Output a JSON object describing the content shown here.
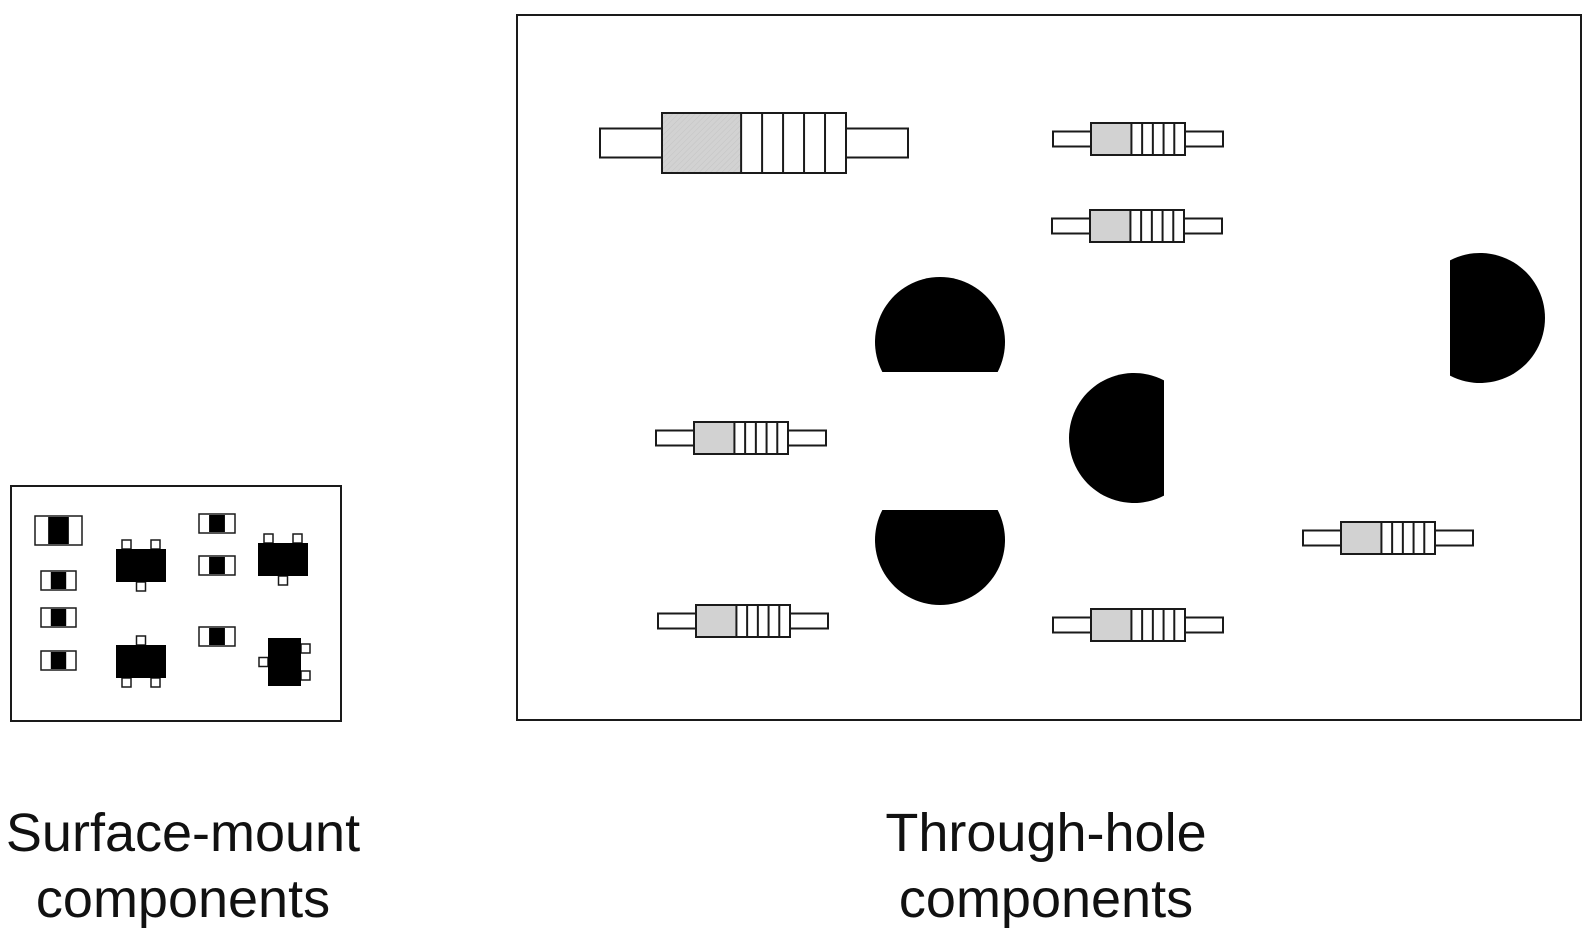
{
  "colors": {
    "outline": "#1a1a1a",
    "body_fill": "#d2d2d2",
    "chip_fill": "#000000",
    "background": "#ffffff"
  },
  "panels": {
    "surface_mount": {
      "caption_line1": "Surface-mount",
      "caption_line2": "components"
    },
    "through_hole": {
      "caption_line1": "Through-hole",
      "caption_line2": "components"
    }
  }
}
